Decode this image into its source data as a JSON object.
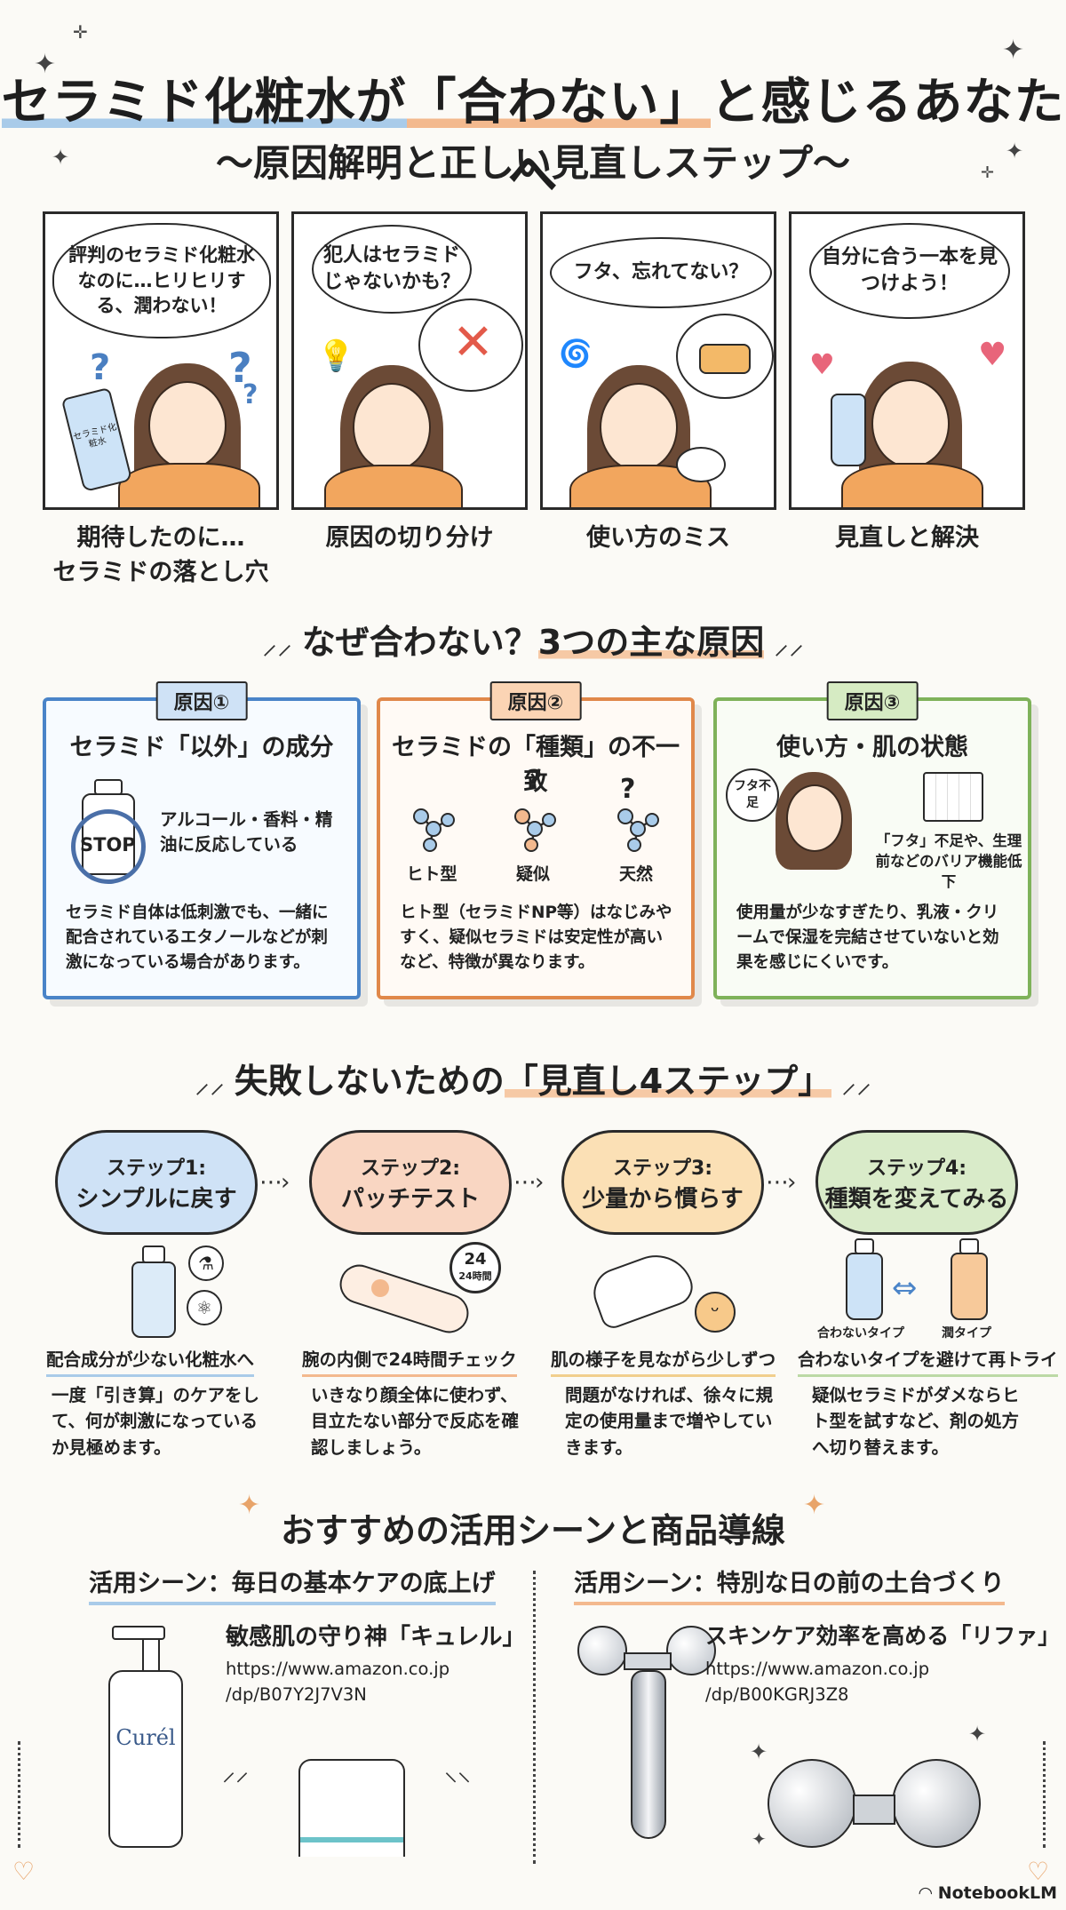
{
  "header": {
    "title_part1": "セラミド化粧水が",
    "title_part2": "「合わない」",
    "title_part3": "と感じるあなたへ",
    "subtitle": "〜原因解明と正しい見直しステップ〜"
  },
  "comic": {
    "panels": [
      {
        "bubble": "評判のセラミド化粧水なのに…ヒリヒリする、潤わない！",
        "bottle_label": "セラミド化粧水",
        "caption_line1": "期待したのに…",
        "caption_line2": "セラミドの落とし穴"
      },
      {
        "bubble": "犯人はセラミドじゃないかも？",
        "caption_line1": "原因の切り分け",
        "caption_line2": ""
      },
      {
        "bubble": "フタ、忘れてない？",
        "caption_line1": "使い方のミス",
        "caption_line2": ""
      },
      {
        "bubble": "自分に合う一本を見つけよう！",
        "caption_line1": "見直しと解決",
        "caption_line2": ""
      }
    ]
  },
  "causes": {
    "heading_prefix": "なぜ合わない？",
    "heading_highlight": "3つの主な原因",
    "items": [
      {
        "tag": "原因①",
        "title": "セラミド「以外」の成分",
        "stop_label": "STOP",
        "note": "アルコール・香料・精油に反応している",
        "body": "セラミド自体は低刺激でも、一緒に配合されているエタノールなどが刺激になっている場合があります。"
      },
      {
        "tag": "原因②",
        "title": "セラミドの「種類」の不一致",
        "labels": [
          "ヒト型",
          "疑似",
          "天然"
        ],
        "body": "ヒト型（セラミドNP等）はなじみやすく、疑似セラミドは安定性が高いなど、特徴が異なります。"
      },
      {
        "tag": "原因③",
        "title": "使い方・肌の状態",
        "small_bubble": "フタ不足",
        "note": "「フタ」不足や、生理前などのバリア機能低下",
        "body": "使用量が少なすぎたり、乳液・クリームで保湿を完結させていないと効果を感じにくいです。"
      }
    ]
  },
  "steps": {
    "heading_prefix": "失敗しないための",
    "heading_highlight": "「見直し4ステップ」",
    "items": [
      {
        "label": "ステップ1:",
        "name": "シンプルに戻す",
        "head": "配合成分が少ない化粧水へ",
        "body": "一度「引き算」のケアをして、何が刺激になっているか見極めます。",
        "color": "#cfe2f6"
      },
      {
        "label": "ステップ2:",
        "name": "パッチテスト",
        "head": "腕の内側で24時間チェック",
        "body": "いきなり顔全体に使わず、目立たない部分で反応を確認しましょう。",
        "clock": "24時間",
        "color": "#f9d6c2"
      },
      {
        "label": "ステップ3:",
        "name": "少量から慣らす",
        "head": "肌の様子を見ながら少しずつ",
        "body": "問題がなければ、徐々に規定の使用量まで増やしていきます。",
        "color": "#fbe0b5"
      },
      {
        "label": "ステップ4:",
        "name": "種類を変えてみる",
        "head": "合わないタイプを避けて再トライ",
        "body": "疑似セラミドがダメならヒト型を試すなど、剤の処方へ切り替えます。",
        "left_label": "合わないタイプ",
        "right_label": "潤タイプ",
        "color": "#d9ebc9"
      }
    ]
  },
  "scenes": {
    "heading": "おすすめの活用シーンと商品導線",
    "items": [
      {
        "head": "活用シーン：毎日の基本ケアの底上げ",
        "product": "敏感肌の守り神「キュレル」",
        "url_line1": "https://www.amazon.co.jp",
        "url_line2": "/dp/B07Y2J7V3N",
        "bottle_brand": "Curél"
      },
      {
        "head": "活用シーン：特別な日の前の土台づくり",
        "product": "スキンケア効率を高める「リファ」",
        "url_line1": "https://www.amazon.co.jp",
        "url_line2": "/dp/B00KGRJ3Z8"
      }
    ]
  },
  "footer": {
    "brand": "NotebookLM"
  },
  "colors": {
    "blue": "#4a84c8",
    "orange": "#e0884a",
    "green": "#7fb25a",
    "skin": "#fde6d2",
    "hair": "#6b4a36",
    "shirt": "#f2a65e"
  }
}
